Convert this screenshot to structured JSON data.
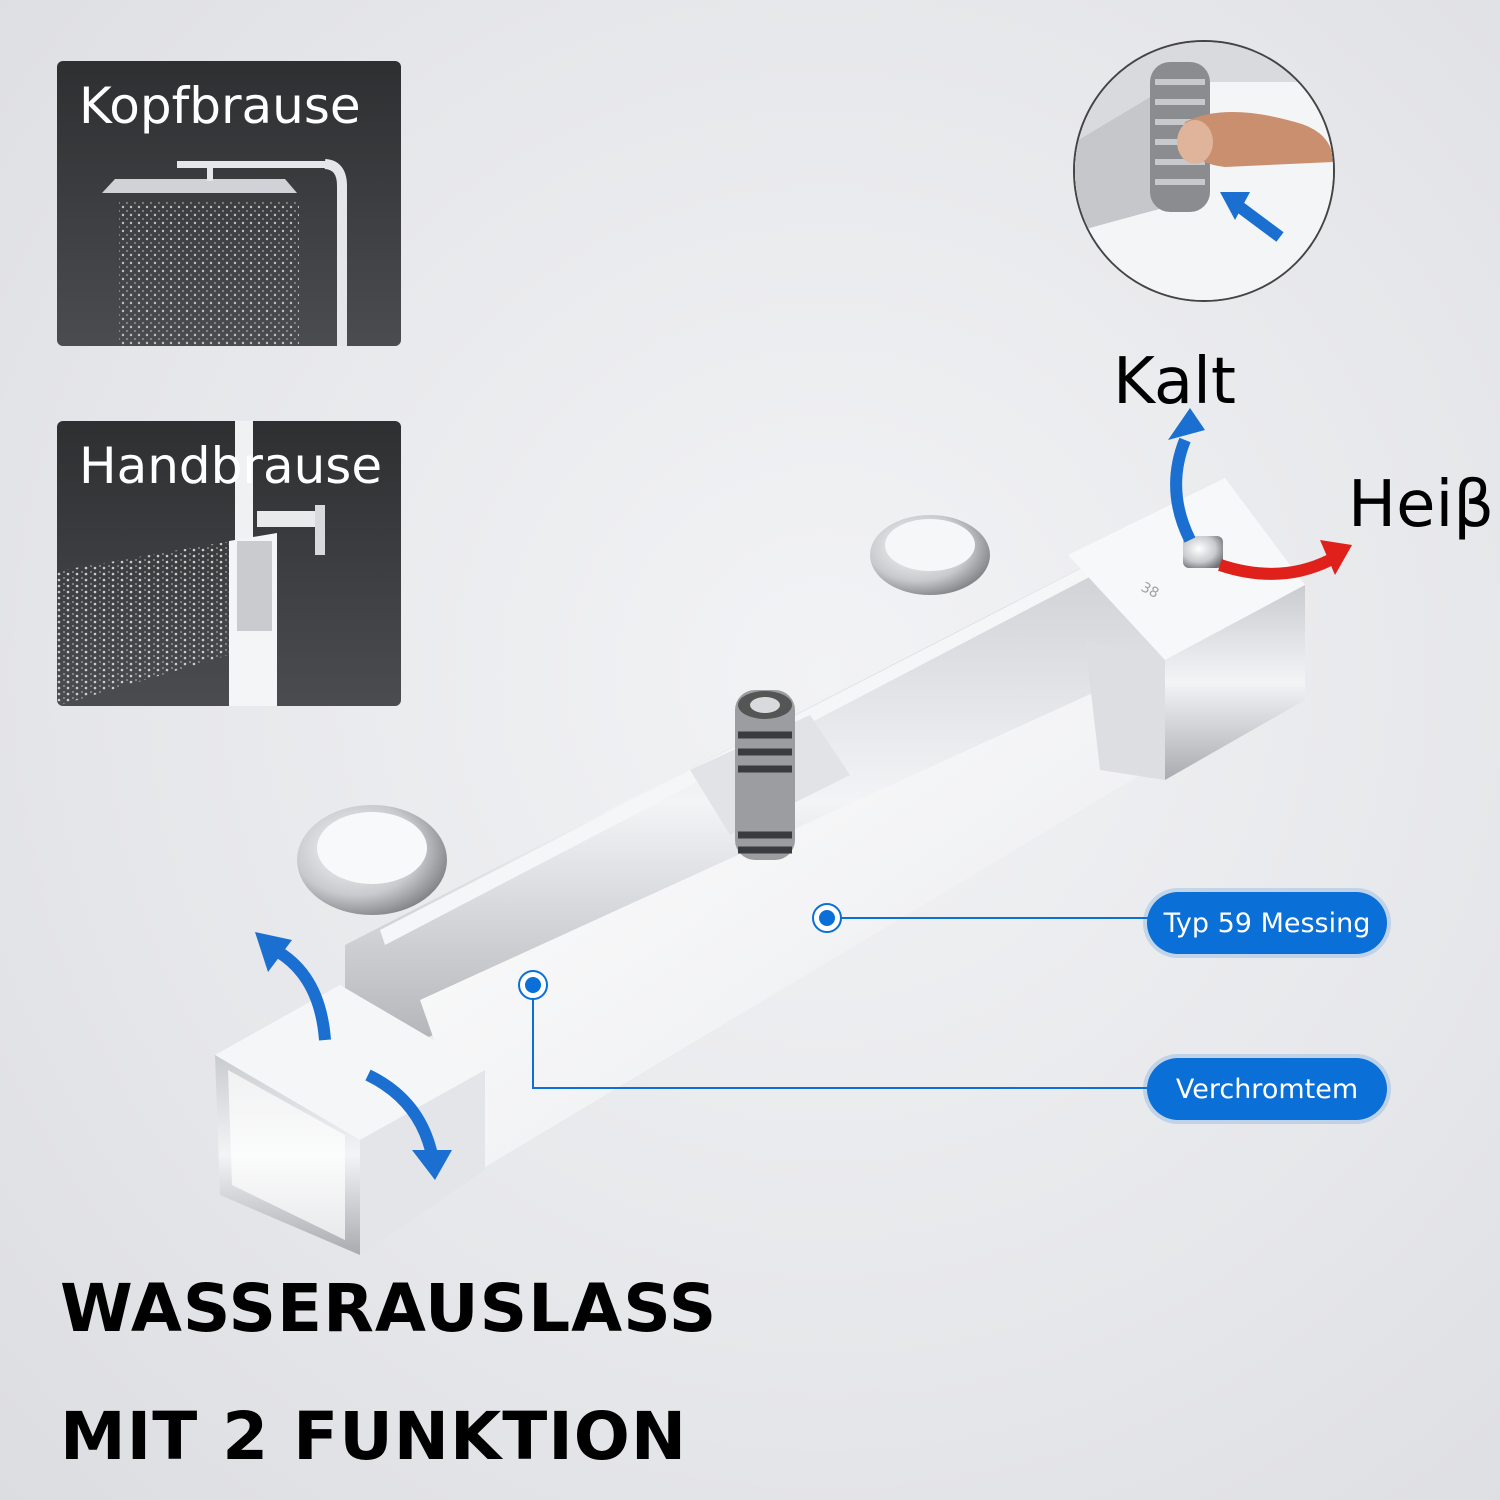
{
  "panels": {
    "top_label": "Kopfbrause",
    "bottom_label": "Handbrause"
  },
  "controls": {
    "kalt": "Kalt",
    "heiss": "Heiβ"
  },
  "callouts": {
    "material": "Typ 59 Messing",
    "finish": "Verchromtem"
  },
  "headline": {
    "line1": "WASSERAUSLASS",
    "line2": "MIT 2 FUNKTION"
  },
  "colors": {
    "accent_blue": "#0a6fd6",
    "hot_red": "#e0201a"
  }
}
